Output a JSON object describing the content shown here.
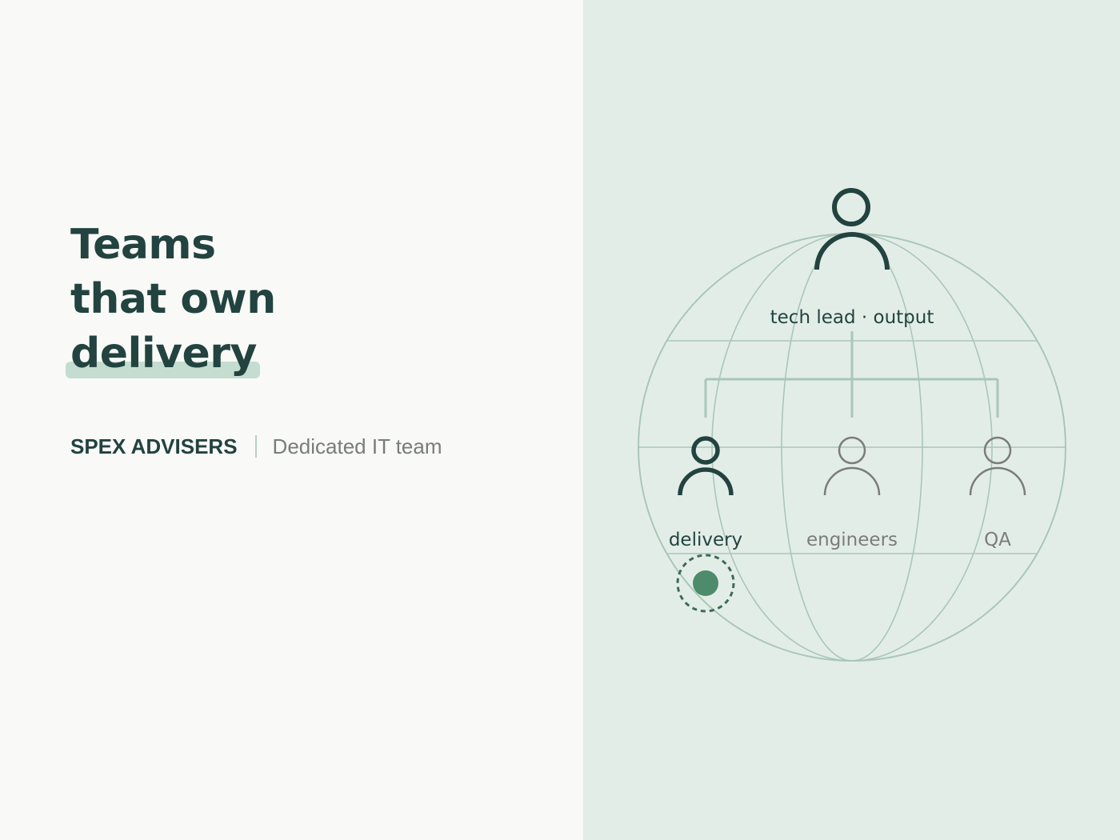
{
  "headline": {
    "line1": "Teams",
    "line2": "that own",
    "line3": "delivery"
  },
  "brand": {
    "name": "SPEX ADVISERS",
    "tagline": "Dedicated IT team"
  },
  "diagram": {
    "top_label": "tech lead · output",
    "roles": [
      {
        "label": "delivery",
        "highlighted": true
      },
      {
        "label": "engineers",
        "highlighted": false
      },
      {
        "label": "QA",
        "highlighted": false
      }
    ]
  },
  "colors": {
    "primary": "#22433f",
    "accent": "#4e8a6c",
    "globe": "#a9c7b8",
    "muted": "#7c7c7c",
    "highlight": "#c5ddd1",
    "panel": "#e3ede8",
    "background": "#f9f9f7"
  },
  "icons": [
    "person-icon",
    "globe-icon",
    "active-dot-icon"
  ]
}
